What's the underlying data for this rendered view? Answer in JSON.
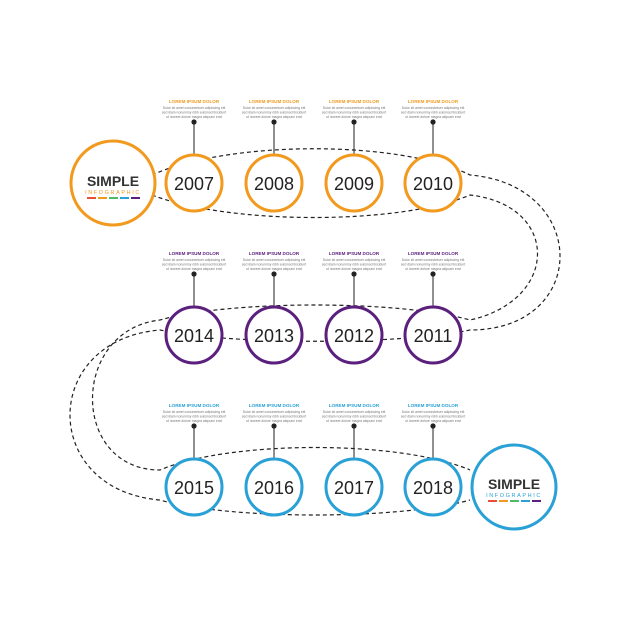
{
  "colors": {
    "orange": "#F29A1E",
    "purple": "#5B1F7E",
    "blue": "#2AA1D6",
    "line": "#222222"
  },
  "logo": {
    "title": "SIMPLE",
    "subtitle": "INFOGRAPHIC",
    "bar_colors": [
      "#E94E3B",
      "#F29A1E",
      "#4CB96B",
      "#2AA1D6",
      "#5B1F7E"
    ]
  },
  "label_title": "LOREM IPSUM DOLOR",
  "label_lines": [
    "Dolor sit amet consectetuer adipiscing elit",
    "sed diam nonummy nibh euismod tincidunt",
    "ut laoreet dolore magna aliquam erat"
  ],
  "rows": [
    {
      "color": "orange",
      "years": [
        "2007",
        "2008",
        "2009",
        "2010"
      ]
    },
    {
      "color": "purple",
      "years": [
        "2014",
        "2013",
        "2012",
        "2011"
      ]
    },
    {
      "color": "blue",
      "years": [
        "2015",
        "2016",
        "2017",
        "2018"
      ]
    }
  ]
}
